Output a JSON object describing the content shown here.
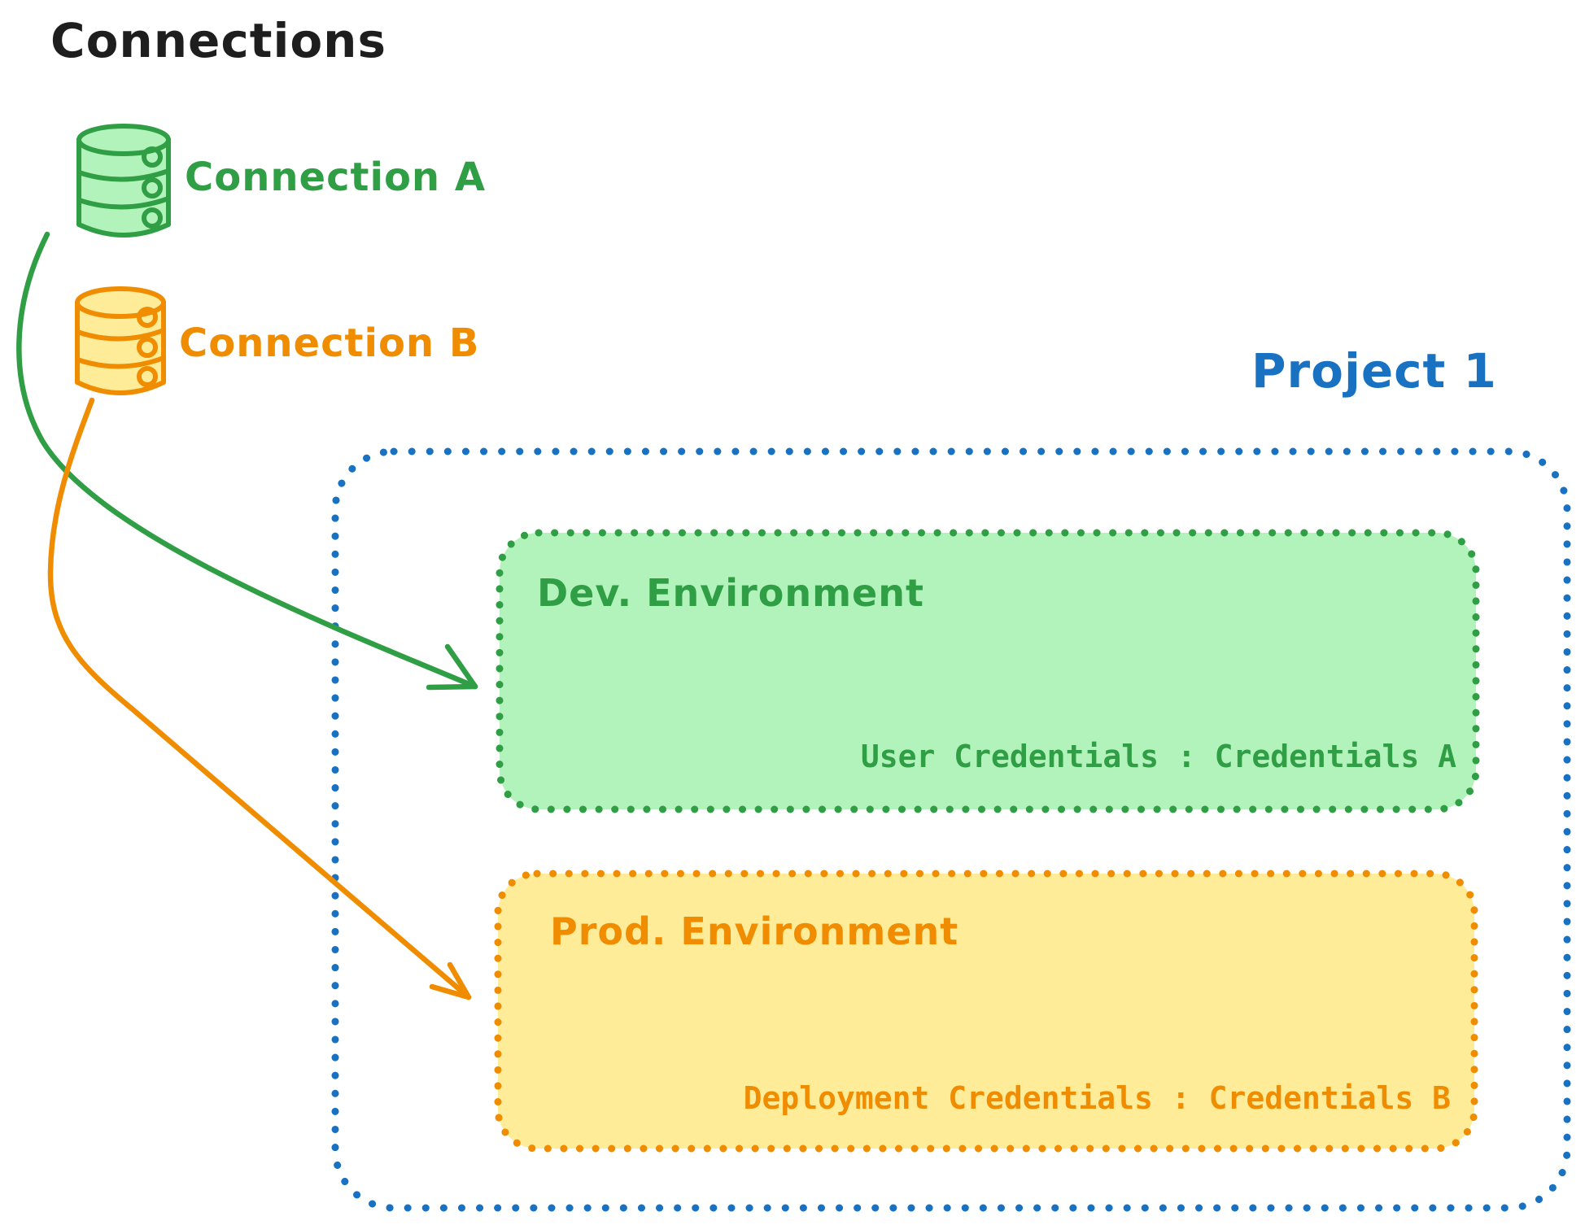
{
  "title": "Connections",
  "colors": {
    "text": "#1e1e1e",
    "blue": "#1971c2",
    "green": "#2f9e44",
    "green_fill": "#b2f2bb",
    "orange": "#f08c00",
    "orange_fill": "#ffec99",
    "bg": "#ffffff"
  },
  "connections": [
    {
      "label": "Connection A",
      "color": "#2f9e44",
      "icon": "database-icon"
    },
    {
      "label": "Connection B",
      "color": "#f08c00",
      "icon": "database-icon"
    }
  ],
  "project": {
    "label": "Project 1",
    "environments": [
      {
        "name": "Dev. Environment",
        "credentials": "User Credentials : Credentials A",
        "accent": "#2f9e44",
        "fill": "#b2f2bb"
      },
      {
        "name": "Prod. Environment",
        "credentials": "Deployment Credentials : Credentials B",
        "accent": "#f08c00",
        "fill": "#ffec99"
      }
    ]
  }
}
